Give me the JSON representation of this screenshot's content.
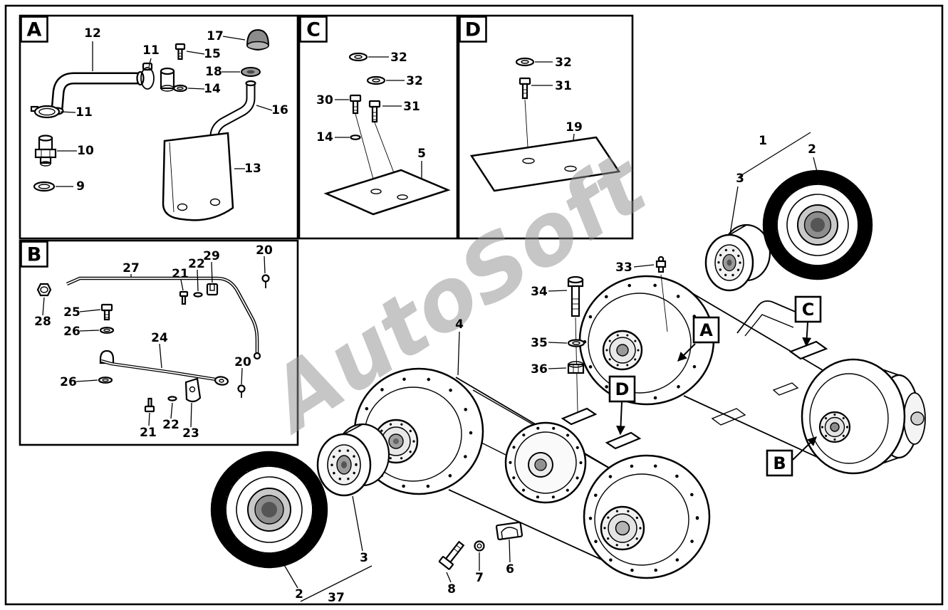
{
  "watermark": "AutoSoft",
  "insets": {
    "a": {
      "label": "A",
      "parts": {
        "p12": "12",
        "p11_top": "11",
        "p17": "17",
        "p15": "15",
        "p18": "18",
        "p14": "14",
        "p16": "16",
        "p13": "13",
        "p11_left": "11",
        "p10": "10",
        "p9": "9"
      }
    },
    "b": {
      "label": "B",
      "parts": {
        "p27": "27",
        "p20_top": "20",
        "p21_top": "21",
        "p22_top": "22",
        "p29": "29",
        "p28": "28",
        "p25": "25",
        "p26_top": "26",
        "p24": "24",
        "p26_bottom": "26",
        "p21_bottom": "21",
        "p22_bottom": "22",
        "p23": "23",
        "p20_bottom": "20"
      }
    },
    "c": {
      "label": "C",
      "parts": {
        "p32_top": "32",
        "p32_bottom": "32",
        "p30": "30",
        "p31": "31",
        "p14": "14",
        "p5": "5"
      }
    },
    "d": {
      "label": "D",
      "parts": {
        "p32": "32",
        "p31": "31",
        "p19": "19"
      }
    }
  },
  "main_view": {
    "callouts": {
      "a": "A",
      "b": "B",
      "c": "C",
      "d": "D"
    },
    "parts": {
      "p1": "1",
      "p2_rear": "2",
      "p3_rear": "3",
      "p2_front": "2",
      "p3_front": "3",
      "p4": "4",
      "p6": "6",
      "p7": "7",
      "p8": "8",
      "p33": "33",
      "p34": "34",
      "p35": "35",
      "p36": "36",
      "p37": "37"
    }
  }
}
